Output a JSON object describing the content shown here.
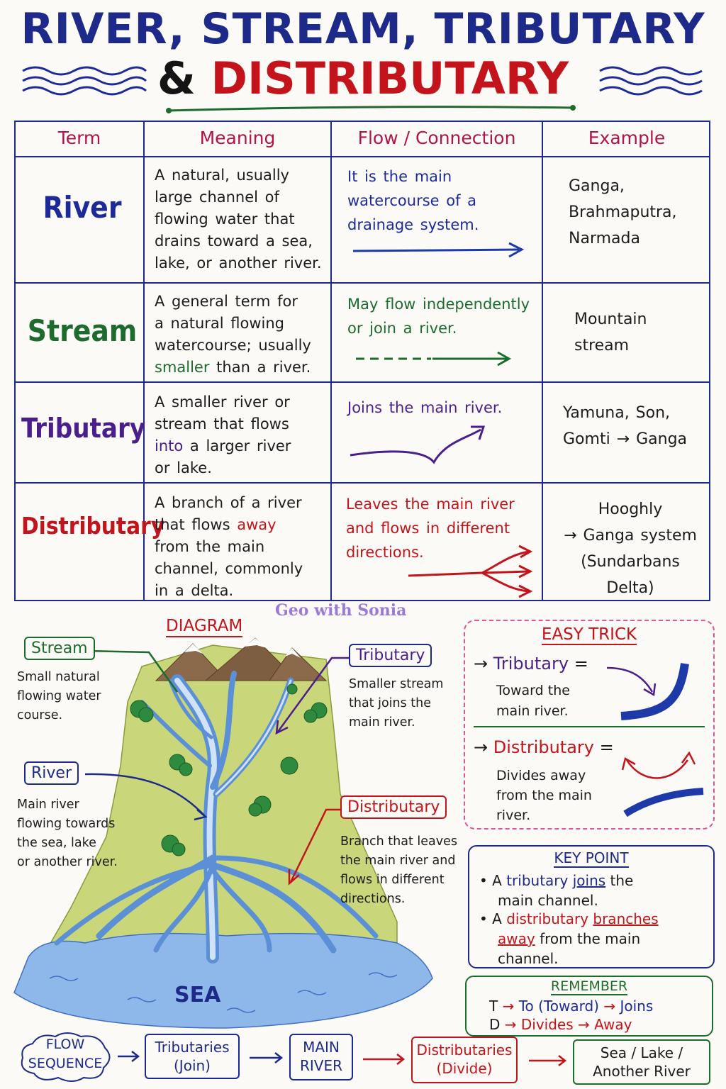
{
  "title": {
    "line1": "RIVER, STREAM, TRIBUTARY",
    "amp": "&",
    "line2": "DISTRIBUTARY"
  },
  "table": {
    "headers": [
      "Term",
      "Meaning",
      "Flow / Connection",
      "Example"
    ],
    "rows": [
      {
        "term": "River",
        "meaning": [
          "A natural, usually",
          "large channel of",
          "flowing water that",
          "drains toward a sea,",
          "lake, or another river."
        ],
        "flow": [
          "It is the main",
          "watercourse of a",
          "drainage system."
        ],
        "example": [
          "Ganga,",
          "Brahmaputra,",
          "Narmada"
        ]
      },
      {
        "term": "Stream",
        "meaning_pre": [
          "A general term for",
          "a natural flowing",
          "watercourse; usually"
        ],
        "meaning_hl": "smaller",
        "meaning_post": " than a river.",
        "flow": [
          "May flow independently",
          "or join a river."
        ],
        "example": [
          "Mountain",
          "stream"
        ]
      },
      {
        "term": "Tributary",
        "meaning_pre": [
          "A smaller river or",
          "stream that flows"
        ],
        "meaning_hl": "into",
        "meaning_post": " a larger river",
        "meaning_end": "or lake.",
        "flow": [
          "Joins the main river."
        ],
        "example": [
          "Yamuna, Son,",
          "Gomti → Ganga"
        ]
      },
      {
        "term": "Distributary",
        "meaning_a": "A branch of a river",
        "meaning_b_pre": "that flows ",
        "meaning_hl": "away",
        "meaning_rest": [
          "from the main",
          "channel, commonly",
          "in a delta."
        ],
        "flow": [
          "Leaves the main river",
          "and flows in different",
          "directions."
        ],
        "example": [
          "Hooghly",
          "→ Ganga system",
          "(Sundarbans Delta)"
        ]
      }
    ]
  },
  "credit": "Geo with Sonia",
  "diagram": {
    "title": "DIAGRAM",
    "sea": "SEA",
    "stream": {
      "label": "Stream",
      "desc": [
        "Small natural",
        "flowing water",
        "course."
      ]
    },
    "river": {
      "label": "River",
      "desc": [
        "Main river",
        "flowing towards",
        "the sea, lake",
        "or another river."
      ]
    },
    "tributary": {
      "label": "Tributary",
      "desc": [
        "Smaller stream",
        "that joins the",
        "main river."
      ]
    },
    "distributary": {
      "label": "Distributary",
      "desc": [
        "Branch that leaves",
        "the main river and",
        "flows in different",
        "directions."
      ]
    }
  },
  "easy_trick": {
    "title": "EASY TRICK",
    "t_arrow": "→",
    "t_term": "Tributary",
    "t_eq": "=",
    "t_desc": [
      "Toward the",
      "main river."
    ],
    "d_term": "Distributary",
    "d_desc": [
      "Divides away",
      "from the main",
      "river."
    ]
  },
  "key_point": {
    "title": "KEY POINT",
    "b1_a": "A ",
    "b1_term": "tributary",
    "b1_verb": "joins",
    "b1_rest": " the",
    "b1_line2": "main channel.",
    "b2_term": "distributary",
    "b2_verb1": "branches",
    "b2_verb2": "away",
    "b2_rest": " from the main",
    "b2_line3": "channel."
  },
  "remember": {
    "title": "REMEMBER",
    "t_letter": "T",
    "t_mid": "To (Toward)",
    "t_end": "Joins",
    "d_letter": "D",
    "d_mid": "Divides",
    "d_end": "Away"
  },
  "flow_sequence": {
    "label": [
      "FLOW",
      "SEQUENCE"
    ],
    "steps": [
      [
        "Tributaries",
        "(Join)"
      ],
      [
        "MAIN",
        "RIVER"
      ],
      [
        "Distributaries",
        "(Divide)"
      ],
      [
        "Sea / Lake /",
        "Another River"
      ]
    ]
  }
}
